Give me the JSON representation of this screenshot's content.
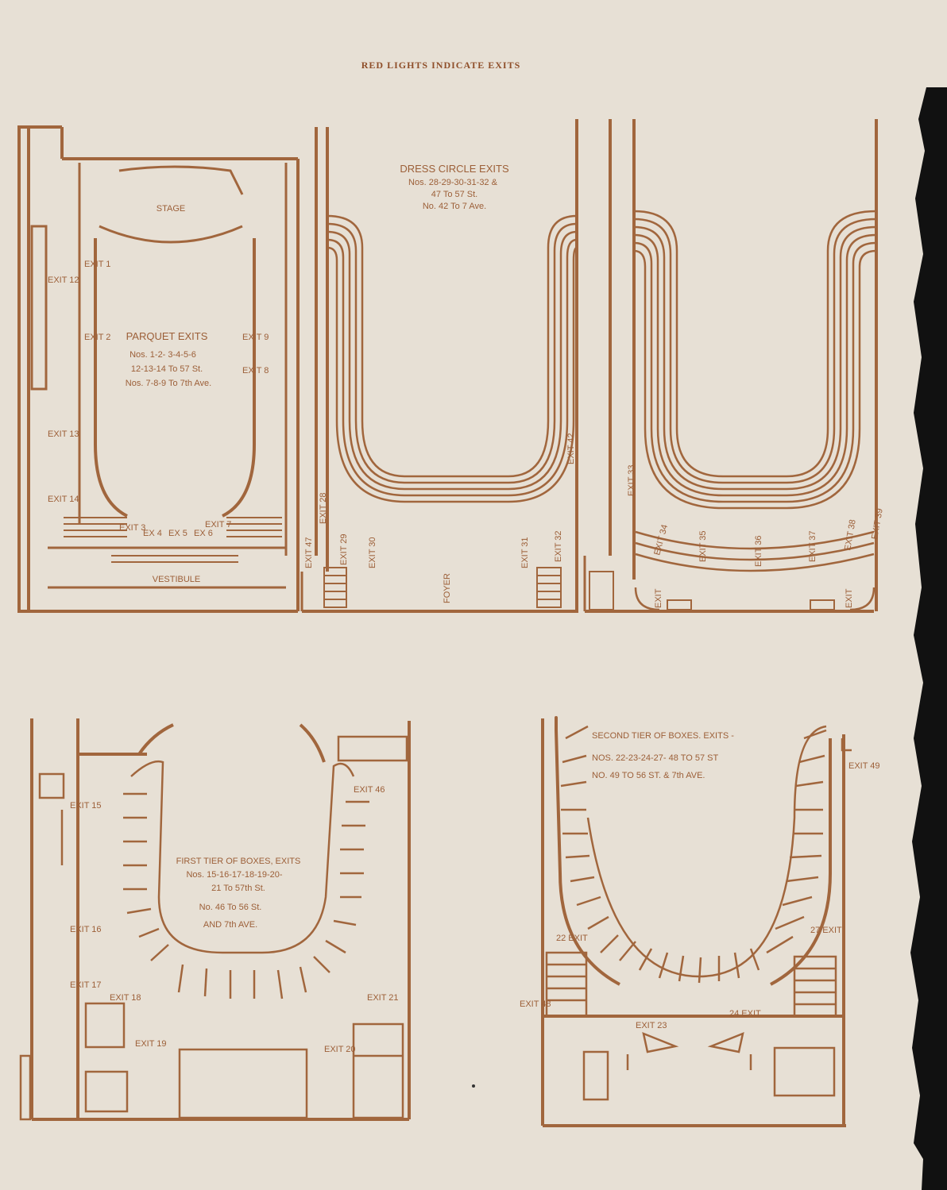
{
  "header": {
    "title": "RED LIGHTS INDICATE EXITS"
  },
  "parquet": {
    "stage": "STAGE",
    "vestibule": "VESTIBULE",
    "caption": [
      "PARQUET EXITS",
      "Nos. 1-2- 3-4-5-6",
      "12-13-14 To 57 St.",
      "Nos. 7-8-9 To 7th Ave."
    ],
    "exits": [
      "EXIT 1",
      "EXIT 2",
      "EXIT 9",
      "EXIT 8",
      "EXIT 12",
      "EXIT 13",
      "EXIT 14",
      "EXIT 3",
      "EX 4",
      "EX 5",
      "EX 6",
      "EXIT 7"
    ]
  },
  "dress_circle": {
    "caption": [
      "DRESS CIRCLE EXITS",
      "Nos. 28-29-30-31-32 &",
      "47 To 57 St.",
      "No. 42 To 7 Ave."
    ],
    "foyer": "FOYER",
    "exits": [
      "EXIT 28",
      "EXIT 47",
      "EXIT 29",
      "EXIT 30",
      "EXIT 31",
      "EXIT 32",
      "EXIT 42"
    ]
  },
  "balcony": {
    "exits": [
      "EXIT 33",
      "EXIT 34",
      "EXIT 35",
      "EXIT 36",
      "EXIT 37",
      "EXIT 38",
      "EXIT 39",
      "EXIT",
      "EXIT"
    ]
  },
  "first_tier": {
    "caption": [
      "FIRST TIER OF BOXES, EXITS",
      "Nos. 15-16-17-18-19-20-",
      "21 To 57th St.",
      "No. 46 To 56 St.",
      "AND 7th AVE."
    ],
    "exits": [
      "EXIT 15",
      "EXIT 16",
      "EXIT 17",
      "EXIT 18",
      "EXIT 19",
      "EXIT 20",
      "EXIT 21",
      "EXIT 46"
    ]
  },
  "second_tier": {
    "caption": [
      "SECOND TIER OF BOXES. EXITS -",
      "NOS. 22-23-24-27- 48 TO 57 ST",
      "NO. 49 TO 56 ST. & 7th AVE."
    ],
    "exits": [
      "EXIT 49",
      "22 EXIT",
      "27 EXIT",
      "EXIT 48",
      "EXIT 23",
      "24 EXIT"
    ]
  },
  "colors": {
    "paper": "#e7e0d5",
    "ink": "#a1663d",
    "edge": "#111111"
  }
}
